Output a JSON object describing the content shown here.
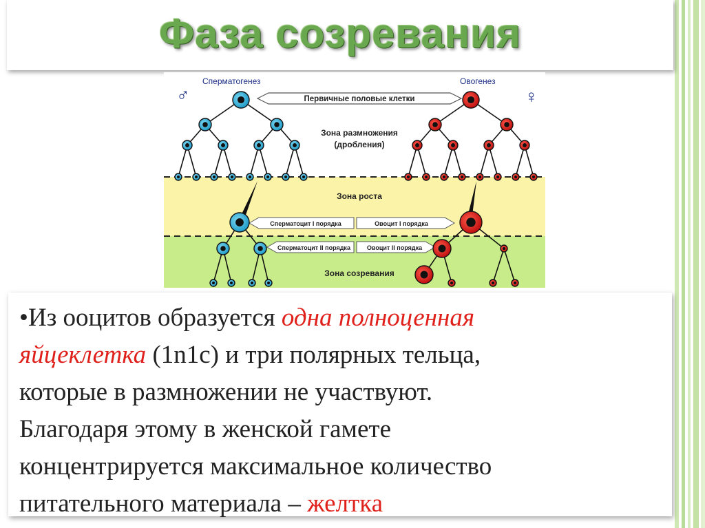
{
  "slide": {
    "title": "Фаза созревания"
  },
  "diagram": {
    "male_symbol": "♂",
    "female_symbol": "♀",
    "left_label": "Сперматогенез",
    "right_label": "Овогенез",
    "primary_cells": "Первичные половые клетки",
    "zone_reproduction_1": "Зона размножения",
    "zone_reproduction_2": "(дробления)",
    "zone_growth": "Зона роста",
    "spermatocyte_1": "Сперматоцит I порядка",
    "oocyte_1": "Овоцит I порядка",
    "spermatocyte_2": "Сперматоцит II порядка",
    "oocyte_2": "Овоцит II порядка",
    "zone_maturation": "Зона созревания",
    "colors": {
      "male_cell": "#33b3dd",
      "female_cell": "#e01a1a",
      "zone_top": "#ffffff",
      "zone_growth": "#fbf4a8",
      "zone_maturation": "#c9ec8a"
    }
  },
  "text": {
    "bullet": "•",
    "p1": "Из  ооцитов образуется ",
    "p2": "одна полноценная",
    "p3": "яйцеклетка",
    "p4": " (1n1c)",
    "p5": " и три полярных тельца,",
    "p6": "которые в размножении не участвуют.",
    "p7": "Благодаря этому в женской гамете",
    "p8": "концентрируется максимальное количество",
    "p9": "питательного материала – ",
    "p10": "желтка"
  }
}
